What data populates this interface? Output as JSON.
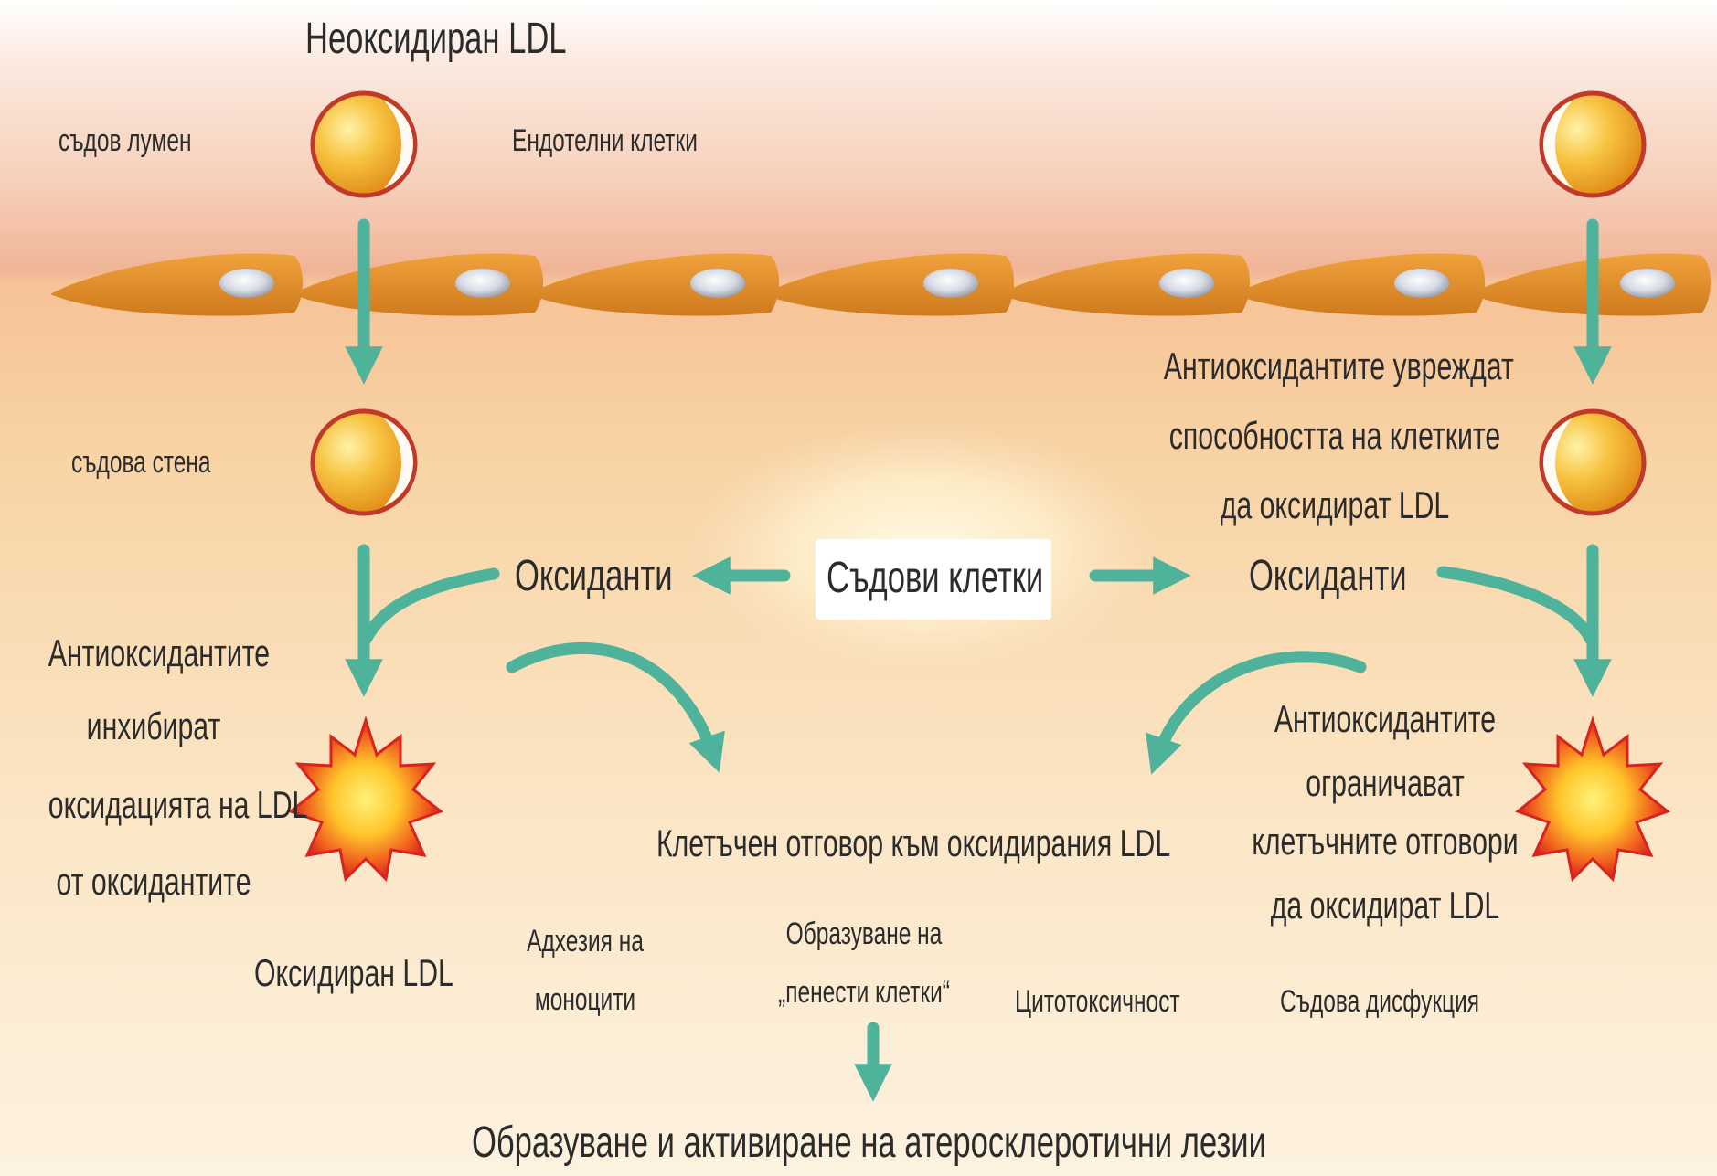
{
  "colors": {
    "arrow": "#4fb29a",
    "cell": "#e08e2a",
    "particle_outline": "#c0392b",
    "particle_fill": "#f4b52e",
    "burst_outer": "#e6322a",
    "burst_inner": "#ffdc40"
  },
  "labels": {
    "unoxidized_ldl": "Неоксидиран LDL",
    "vessel_lumen": "съдов лумен",
    "endothelial_cells": "Ендотелни клетки",
    "vessel_wall": "съдова стена",
    "antioxidants_impair_line1": "Антиоксидантите увреждат",
    "antioxidants_impair_line2": "способността на клетките",
    "antioxidants_impair_line3": "да оксидират LDL",
    "oxidants_left": "Оксиданти",
    "vascular_cells": "Съдови клетки",
    "oxidants_right": "Оксиданти",
    "antioxidants_inhibit_line1": "Антиоксидантите",
    "antioxidants_inhibit_line2": "инхибират",
    "antioxidants_inhibit_line3": "оксидацията на LDL",
    "antioxidants_inhibit_line4": "от оксидантите",
    "antioxidants_limit_line1": "Антиоксидантите",
    "antioxidants_limit_line2": "ограничават",
    "antioxidants_limit_line3": "клетъчните отговори",
    "antioxidants_limit_line4": "да оксидират LDL",
    "cell_response": "Клетъчен отговор към оксидирания LDL",
    "oxidized_ldl": "Оксидиран LDL",
    "monocyte_adhesion_line1": "Адхезия на",
    "monocyte_adhesion_line2": "моноцити",
    "foam_cells_line1": "Образуване на",
    "foam_cells_line2": "„пенести клетки“",
    "cytotoxicity": "Цитотоксичност",
    "vascular_dysfunction": "Съдова дисфукция",
    "lesion_formation": "Образуване и активиране на атеросклеротични лезии"
  }
}
